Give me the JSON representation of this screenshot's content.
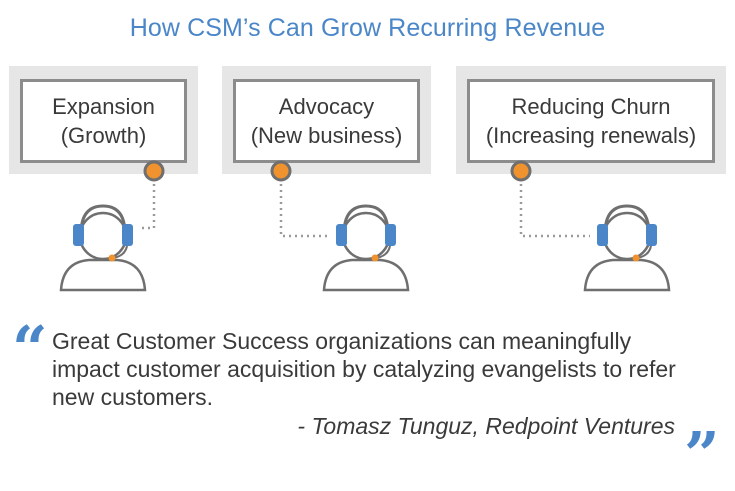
{
  "title": "How CSM’s Can Grow Recurring Revenue",
  "cards": [
    {
      "line1": "Expansion",
      "line2": "(Growth)"
    },
    {
      "line1": "Advocacy",
      "line2": "(New business)"
    },
    {
      "line1": "Reducing Churn",
      "line2": "(Increasing renewals)"
    }
  ],
  "quote": {
    "text": "Great Customer Success organizations can meaningfully impact customer acquisition by catalyzing evangelists to refer new customers.",
    "attribution": "- Tomasz Tunguz, Redpoint Ventures",
    "open_mark": "“",
    "close_mark": "”"
  },
  "colors": {
    "title": "#4a86c8",
    "accent_orange": "#f0922e",
    "headset_blue": "#4a86c8",
    "card_border": "#8c8c8c",
    "card_bg": "#e6e6e6"
  },
  "icons": [
    "headset-person-icon",
    "connector-dot-icon",
    "quote-open-icon",
    "quote-close-icon"
  ]
}
